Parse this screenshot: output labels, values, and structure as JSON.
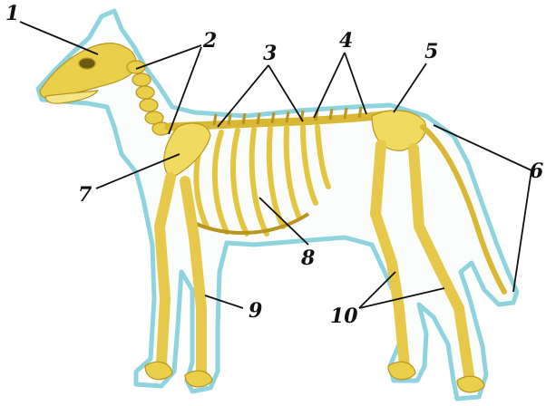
{
  "diagram": {
    "colors": {
      "background": "#ffffff",
      "outline": "#8fd3df",
      "bone": "#e9cf4a",
      "bone_light": "#f6e688",
      "bone_shadow": "#b9951d",
      "leader": "#111111"
    },
    "labels": [
      {
        "id": "1",
        "text": "1"
      },
      {
        "id": "2",
        "text": "2"
      },
      {
        "id": "3",
        "text": "3"
      },
      {
        "id": "4",
        "text": "4"
      },
      {
        "id": "5",
        "text": "5"
      },
      {
        "id": "6",
        "text": "6"
      },
      {
        "id": "7",
        "text": "7"
      },
      {
        "id": "8",
        "text": "8"
      },
      {
        "id": "9",
        "text": "9"
      },
      {
        "id": "10",
        "text": "10"
      }
    ]
  }
}
